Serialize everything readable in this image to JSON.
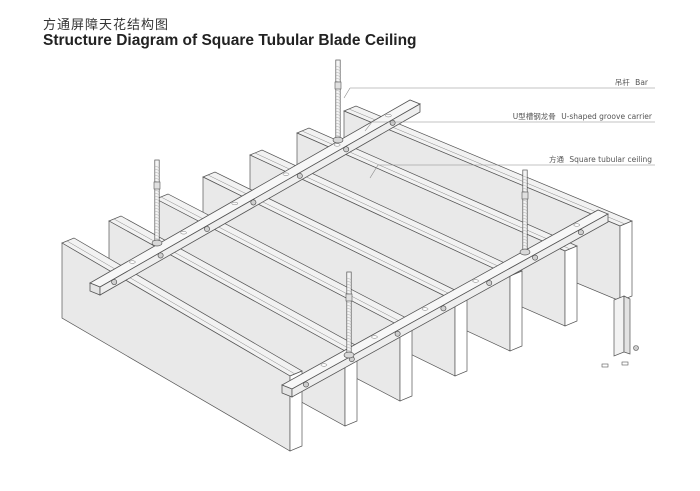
{
  "title_zh": "方通屏障天花结构图",
  "title_en": "Structure Diagram of Square Tubular Blade Ceiling",
  "callouts": [
    {
      "zh": "吊杆",
      "en": "Bar"
    },
    {
      "zh": "U型槽钢龙骨",
      "en": "U-shaped groove carrier"
    },
    {
      "zh": "方通",
      "en": "Square tubular ceiling"
    }
  ],
  "component_count": {
    "blades": 7,
    "carriers": 2,
    "hanger_bars": 4
  }
}
